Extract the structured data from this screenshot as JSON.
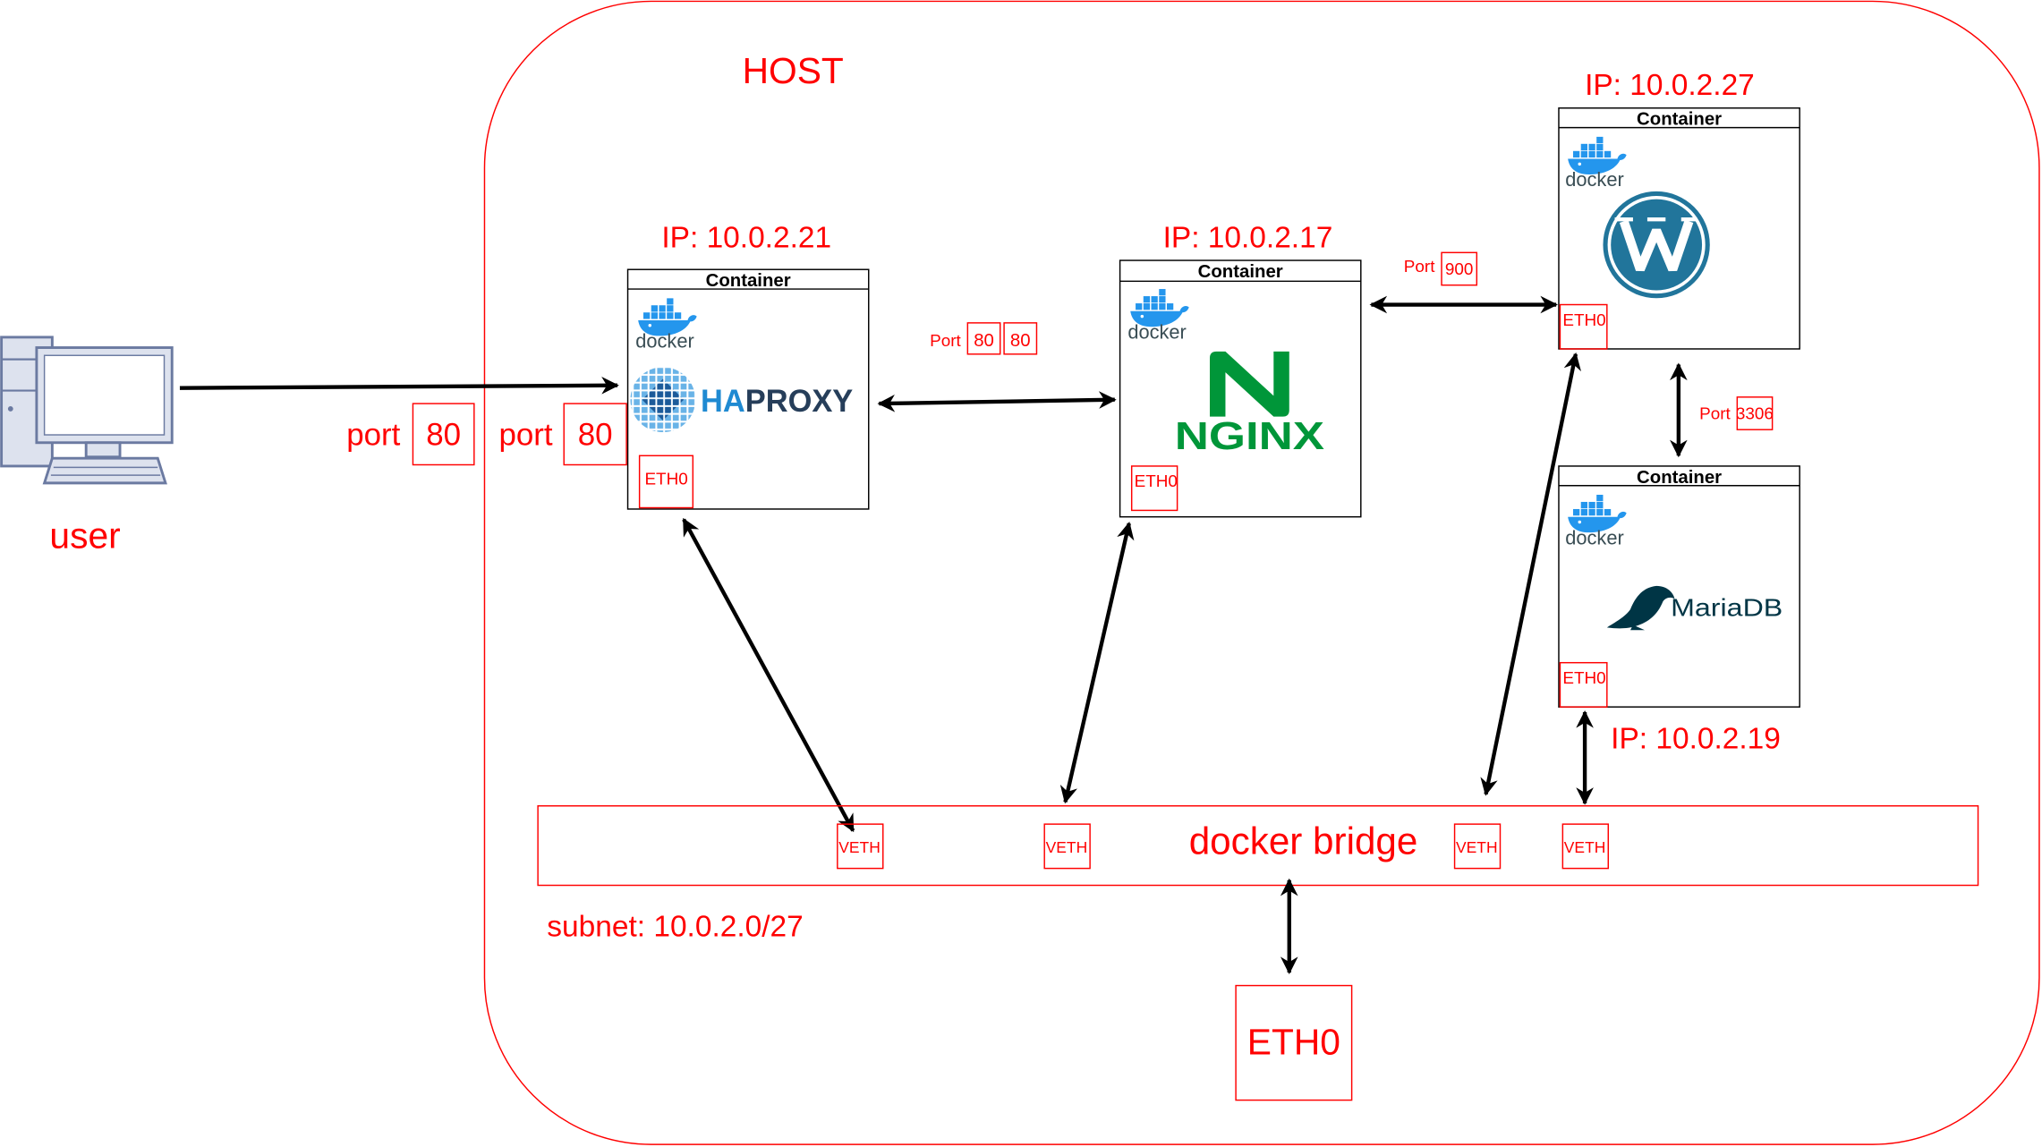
{
  "host": {
    "title": "HOST",
    "eth": "ETH0"
  },
  "user": {
    "label": "user",
    "port_label": "port",
    "port": "80"
  },
  "haproxy": {
    "ip": "IP: 10.0.2.21",
    "header": "Container",
    "docker_logo": "docker",
    "logo": {
      "ha": "HA",
      "proxy": "PROXY"
    },
    "eth": "ETH0",
    "port_label": "port",
    "port": "80"
  },
  "nginx": {
    "ip": "IP: 10.0.2.17",
    "header": "Container",
    "docker_logo": "docker",
    "logo": "NGINX",
    "eth": "ETH0"
  },
  "wordpress": {
    "ip": "IP: 10.0.2.27",
    "header": "Container",
    "docker_logo": "docker",
    "eth": "ETH0"
  },
  "mariadb": {
    "ip": "IP: 10.0.2.19",
    "header": "Container",
    "docker_logo": "docker",
    "logo": "MariaDB",
    "eth": "ETH0"
  },
  "links": {
    "haproxy_nginx": {
      "label": "Port",
      "ports": [
        "80",
        "80"
      ]
    },
    "nginx_wordpress": {
      "label": "Port",
      "port": "900"
    },
    "wordpress_mariadb": {
      "label": "Port",
      "port": "3306"
    }
  },
  "bridge": {
    "label": "docker bridge",
    "veth": [
      "VETH",
      "VETH",
      "VETH",
      "VETH"
    ],
    "subnet": "subnet: 10.0.2.0/27"
  },
  "icons": [
    "computer-icon",
    "docker-icon",
    "haproxy-icon",
    "nginx-icon",
    "wordpress-icon",
    "mariadb-icon"
  ],
  "colors": {
    "accent": "#ff0000",
    "docker": "#2496ed",
    "nginx": "#009639",
    "wordpress": "#21759b",
    "mariadb": "#003545",
    "haproxy_blue": "#1f8ad2",
    "haproxy_dark": "#263e5a"
  }
}
